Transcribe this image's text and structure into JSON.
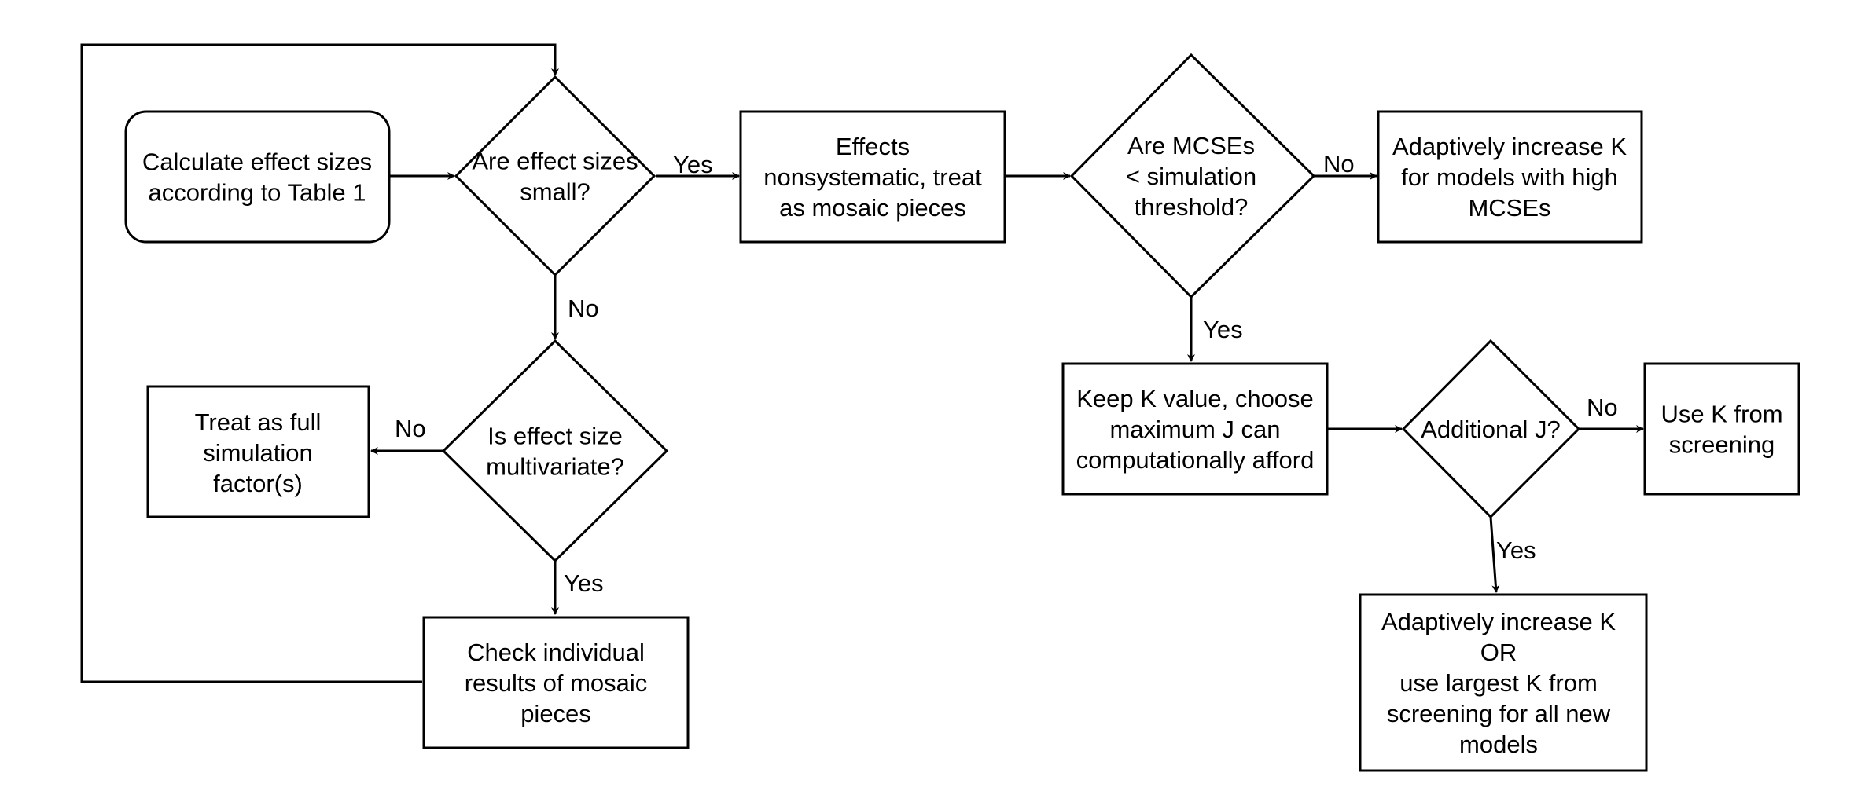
{
  "nodes": {
    "calc_effects": {
      "lines": [
        "Calculate effect sizes",
        "according to Table 1"
      ]
    },
    "q_small": {
      "lines": [
        "Are effect sizes",
        "small?"
      ]
    },
    "effects_nonsys": {
      "lines": [
        "Effects",
        "nonsystematic, treat",
        "as mosaic pieces"
      ]
    },
    "q_mcse": {
      "lines": [
        "Are MCSEs",
        "< simulation",
        "threshold?"
      ]
    },
    "adapt_k_high": {
      "lines": [
        "Adaptively increase K",
        "for models with high",
        "MCSEs"
      ]
    },
    "q_multivariate": {
      "lines": [
        "Is effect size",
        "multivariate?"
      ]
    },
    "treat_full": {
      "lines": [
        "Treat as full",
        "simulation",
        "factor(s)"
      ]
    },
    "check_individual": {
      "lines": [
        "Check individual",
        "results of mosaic",
        "pieces"
      ]
    },
    "keep_k": {
      "lines": [
        "Keep K value, choose",
        "maximum J can",
        "computationally afford"
      ]
    },
    "q_additional_j": {
      "lines": [
        "Additional J?"
      ]
    },
    "use_k_screening": {
      "lines": [
        "Use K from",
        "screening"
      ]
    },
    "adapt_k_or": {
      "lines": [
        "Adaptively increase K",
        "OR",
        "use largest K from",
        "screening for all new",
        "models"
      ]
    }
  },
  "edge_labels": {
    "small_yes": "Yes",
    "small_no": "No",
    "multivariate_no": "No",
    "multivariate_yes": "Yes",
    "mcse_no": "No",
    "mcse_yes": "Yes",
    "additional_j_no": "No",
    "additional_j_yes": "Yes"
  }
}
